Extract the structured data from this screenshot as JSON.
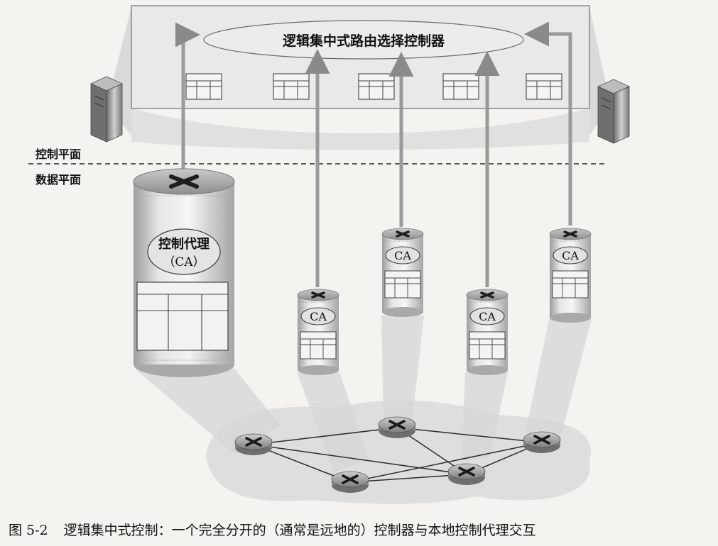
{
  "controller": {
    "label": "逻辑集中式路由选择控制器",
    "table_count": 5
  },
  "planes": {
    "control": "控制平面",
    "data": "数据平面"
  },
  "big_router": {
    "agent_label": "控制代理",
    "agent_abbrev": "（CA）"
  },
  "small_routers": [
    {
      "id": "r1",
      "label": "CA"
    },
    {
      "id": "r2",
      "label": "CA"
    },
    {
      "id": "r3",
      "label": "CA"
    },
    {
      "id": "r4",
      "label": "CA"
    }
  ],
  "network": {
    "nodes": [
      "n1",
      "n2",
      "n3",
      "n4",
      "n5"
    ]
  },
  "caption": {
    "number": "图 5-2",
    "text": "逻辑集中式控制：一个完全分开的（通常是远地的）控制器与本地控制代理交互"
  }
}
